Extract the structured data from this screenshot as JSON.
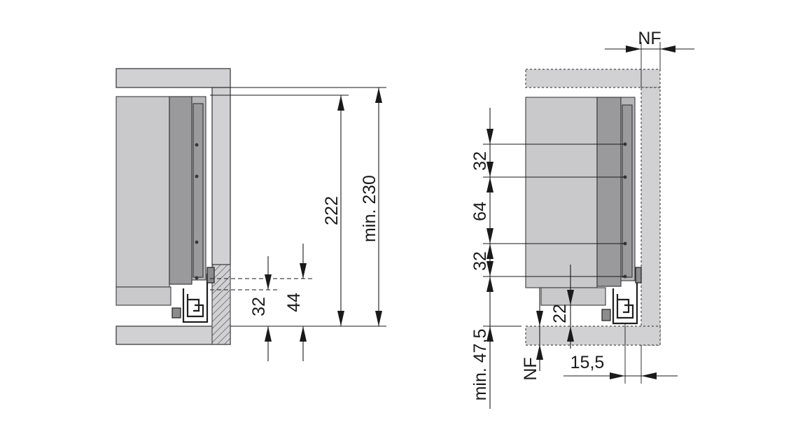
{
  "left_view": {
    "dim_222": "222",
    "dim_min_230": "min. 230",
    "dim_32": "32",
    "dim_44": "44"
  },
  "right_view": {
    "dim_nf_top": "NF",
    "dim_32_upper": "32",
    "dim_64": "64",
    "dim_32_lower": "32",
    "dim_22": "22",
    "dim_min_47_5": "min. 47,5",
    "dim_nf_bottom": "NF",
    "dim_15_5": "15,5"
  }
}
